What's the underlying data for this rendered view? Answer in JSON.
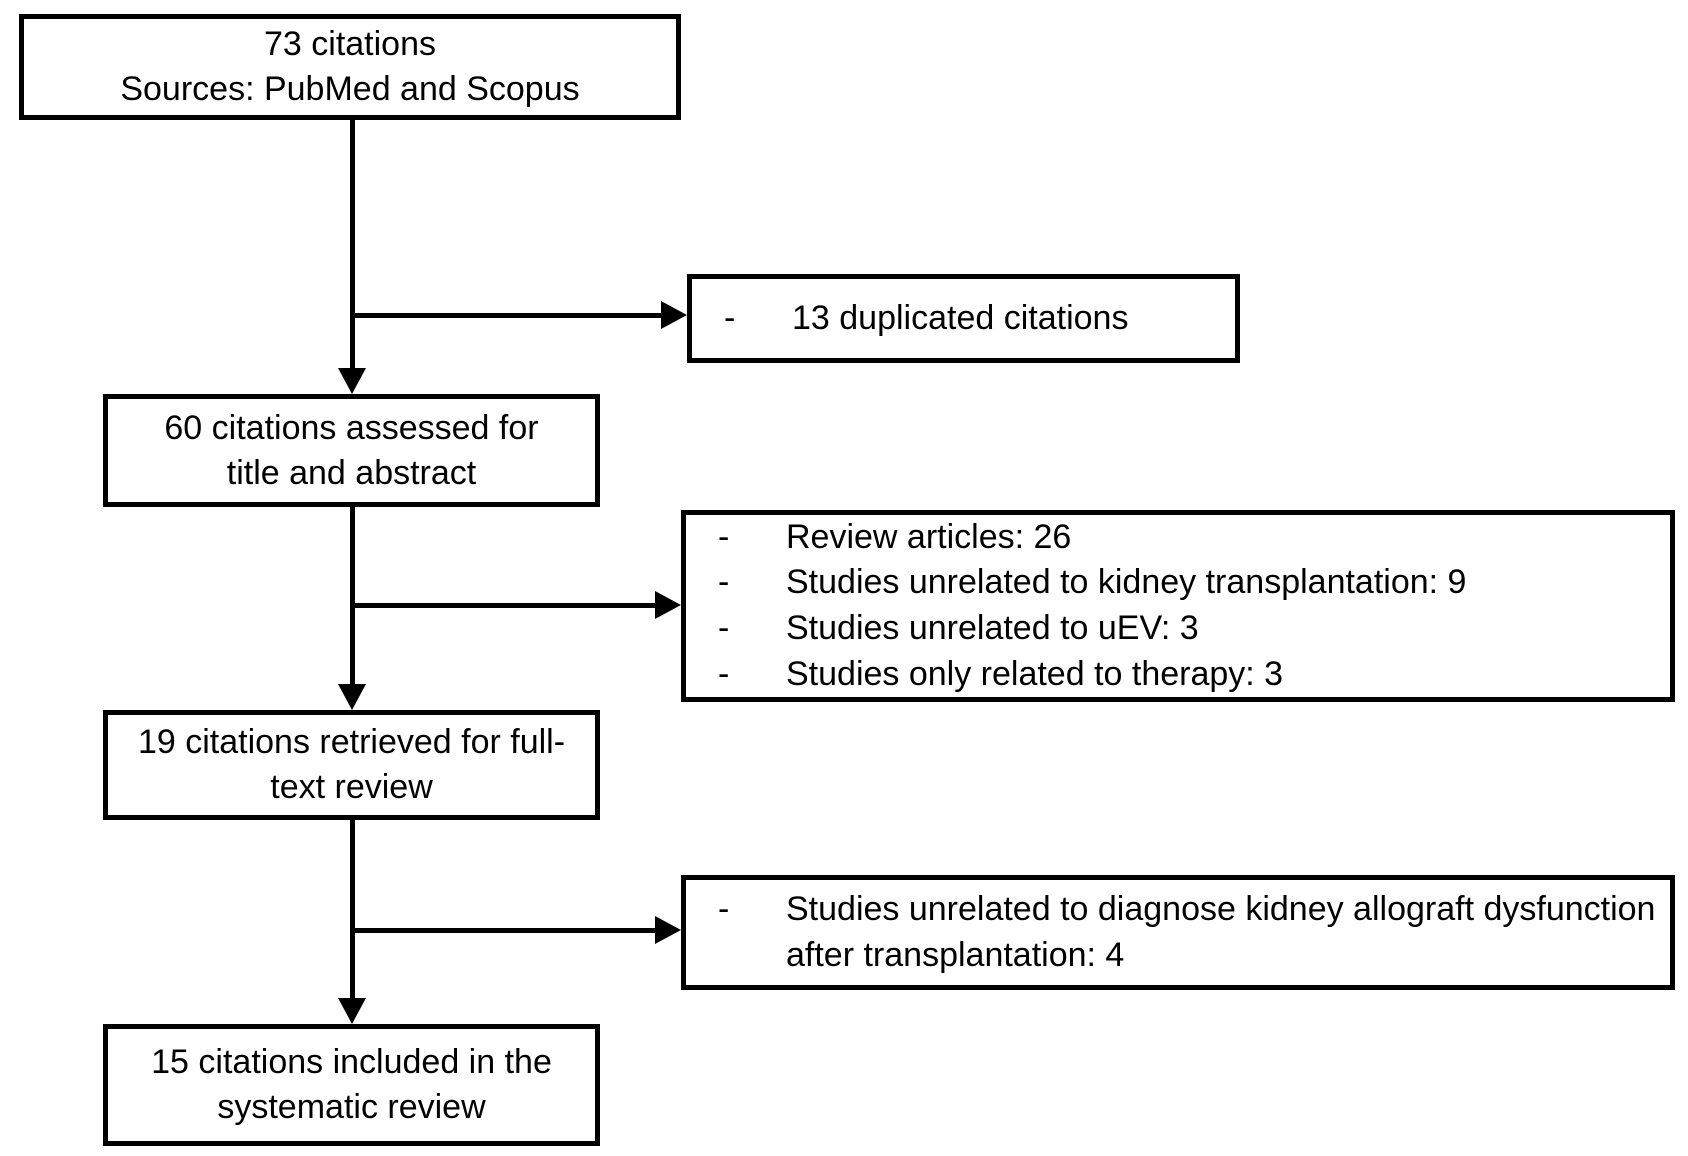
{
  "flowchart": {
    "bullet_marker": "-",
    "main": [
      {
        "id": "source",
        "text": "73 citations\nSources: PubMed and Scopus"
      },
      {
        "id": "title_abstract",
        "text": "60 citations assessed for\ntitle and abstract"
      },
      {
        "id": "fulltext",
        "text": "19 citations retrieved for full-\ntext review"
      },
      {
        "id": "included",
        "text": "15 citations included in the\nsystematic review"
      }
    ],
    "exclusions": [
      {
        "id": "duplicates",
        "items": [
          "13 duplicated citations"
        ]
      },
      {
        "id": "title_abstract_excluded",
        "items": [
          "Review articles: 26",
          "Studies unrelated to kidney transplantation: 9",
          "Studies unrelated to uEV: 3",
          "Studies only related to therapy: 3"
        ]
      },
      {
        "id": "fulltext_excluded",
        "items": [
          "Studies unrelated to diagnose kidney allograft dysfunction after transplantation: 4"
        ]
      }
    ]
  },
  "colors": {
    "background": "#ffffff",
    "box_border": "#000000",
    "text": "#000000"
  }
}
